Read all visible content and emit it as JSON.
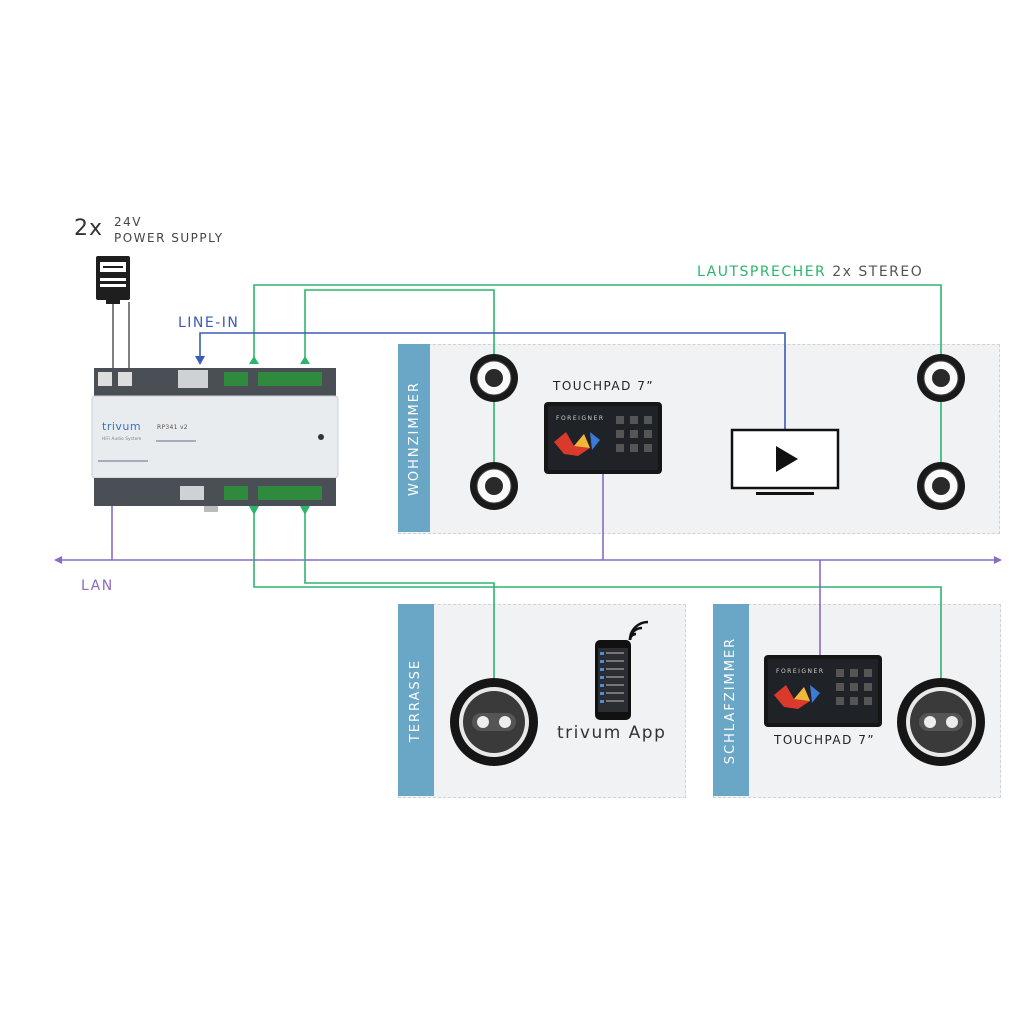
{
  "power": {
    "count": "2x",
    "voltage": "24V",
    "label": "POWER SUPPLY"
  },
  "line_in": {
    "label": "LINE-IN"
  },
  "speakers_header": {
    "label_a": "LAUTSPRECHER",
    "label_b": "2x STEREO"
  },
  "lan": {
    "label": "LAN"
  },
  "device": {
    "brand": "trivum",
    "model": "RP341 v2",
    "description": "HiFi Audio System"
  },
  "zones": {
    "wohnzimmer": {
      "label": "WOHNZIMMER",
      "touchpad_label": "TOUCHPAD 7”"
    },
    "terrasse": {
      "label": "TERRASSE",
      "app_label": "trivum App"
    },
    "schlafzimmer": {
      "label": "SCHLAFZIMMER",
      "touchpad_label": "TOUCHPAD 7”"
    }
  },
  "touchpad_screen": {
    "title": "FOREIGNER"
  },
  "colors": {
    "speaker_line": "#2db56e",
    "line_in": "#3a5bb8",
    "lan": "#8a6bc4",
    "zone_tab": "#6aa7c7",
    "zone_bg": "#f1f2f4"
  }
}
